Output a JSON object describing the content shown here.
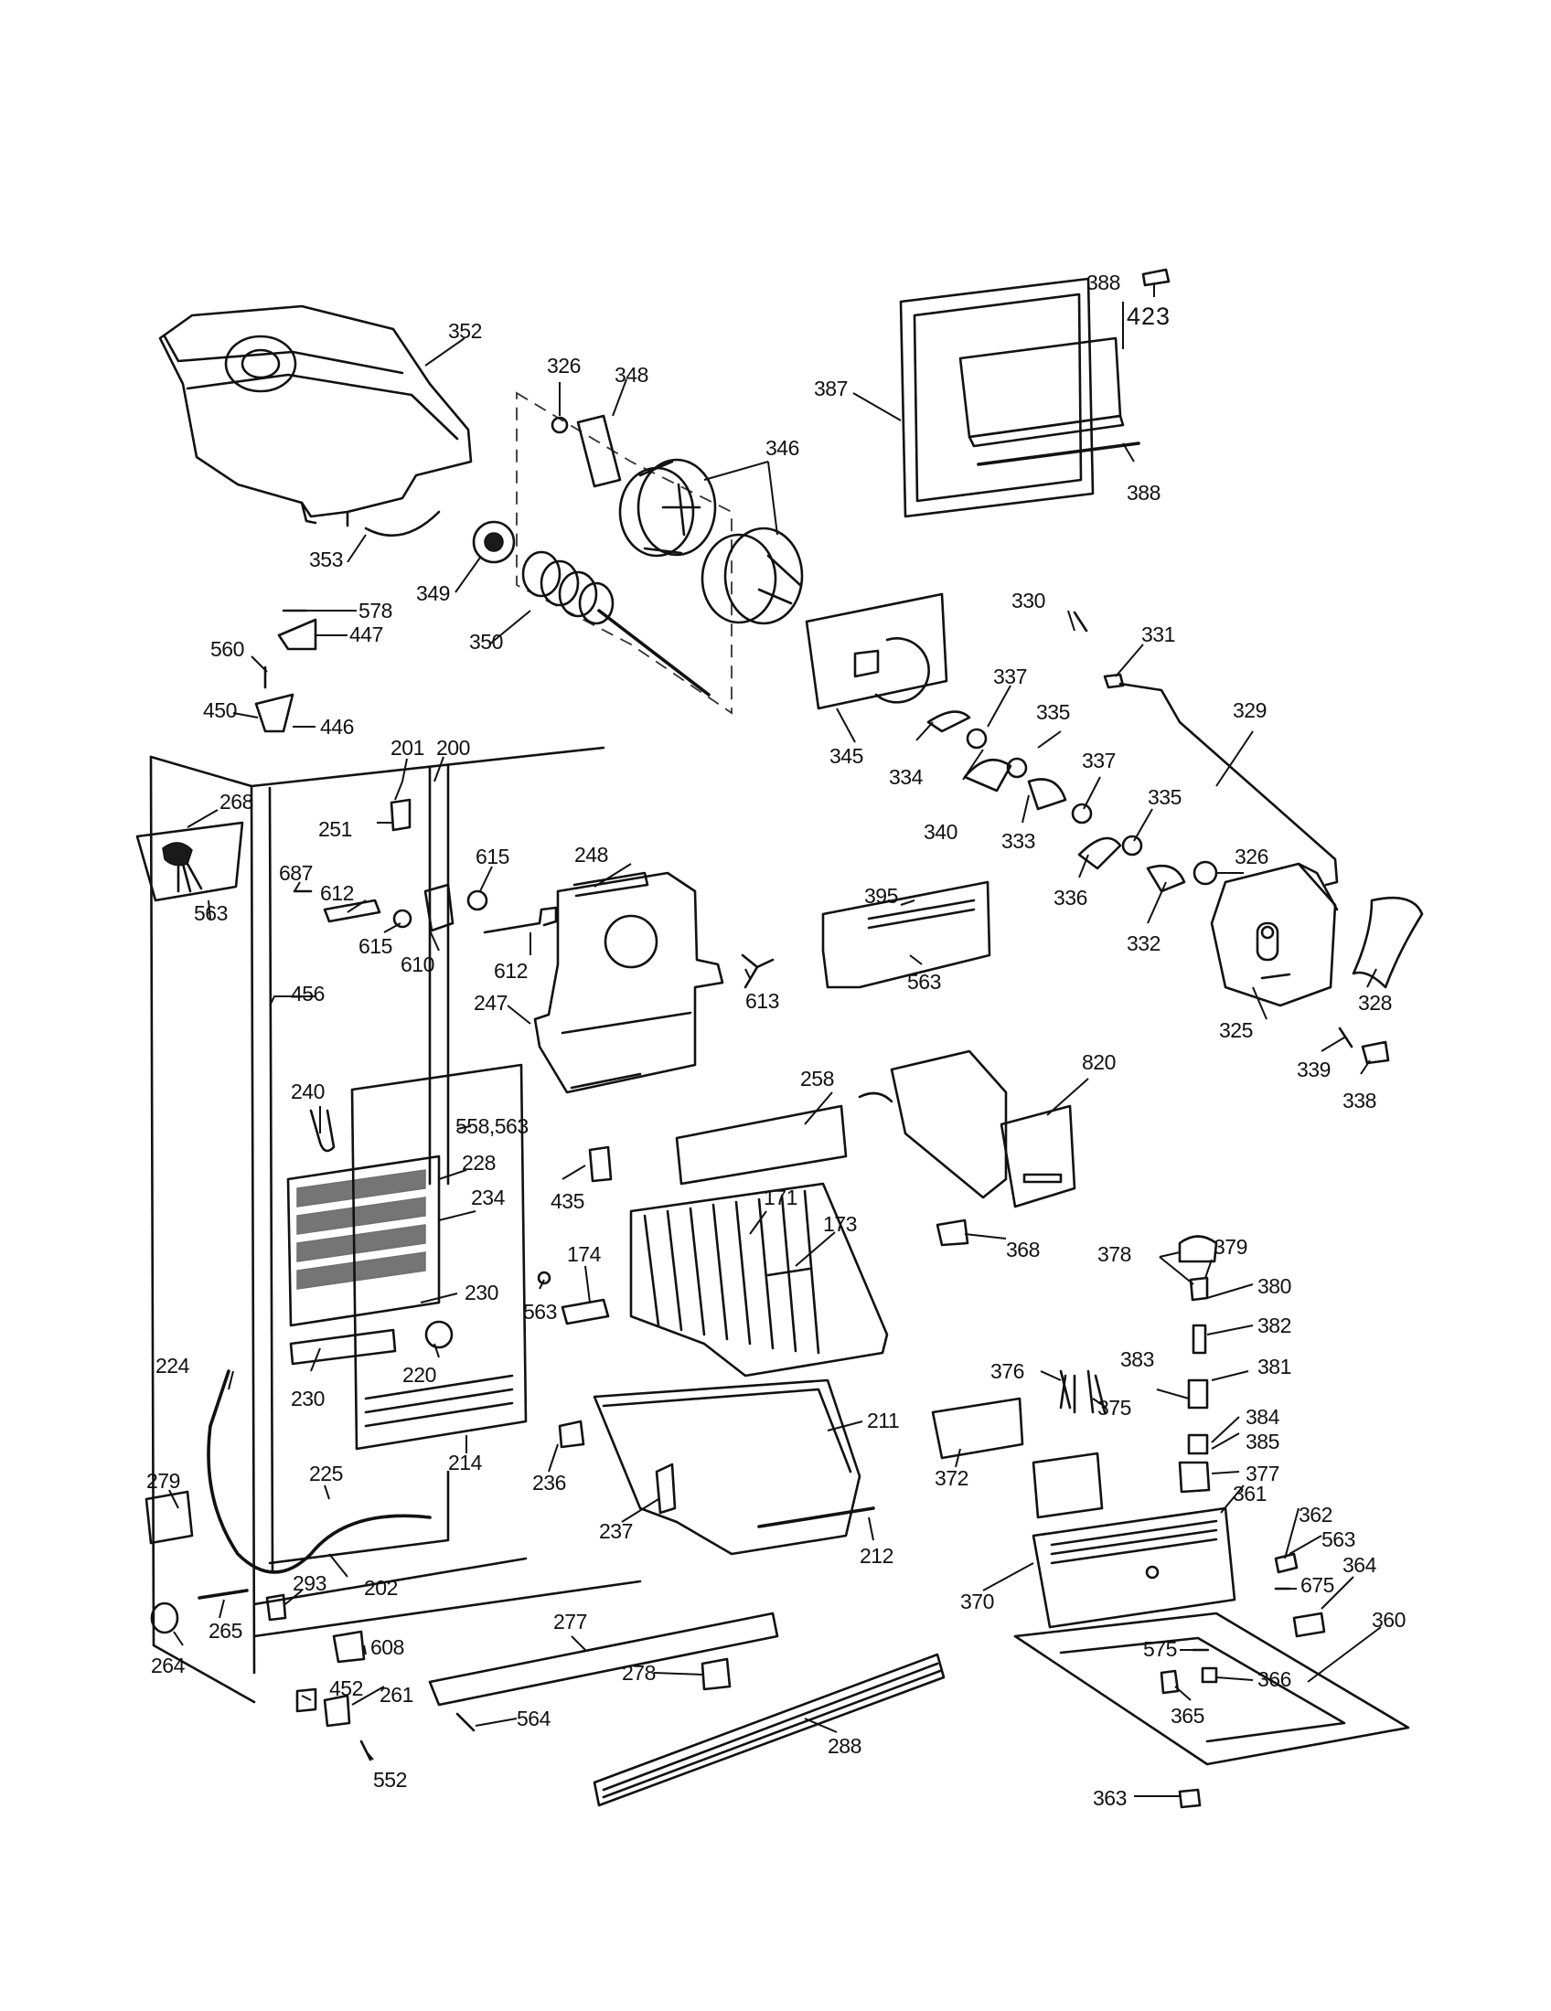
{
  "diagram": {
    "labels": {
      "p352": "352",
      "p326a": "326",
      "p348": "348",
      "p346": "346",
      "p387": "387",
      "p388a": "388",
      "p388b": "388",
      "p423": "423",
      "p353": "353",
      "p349": "349",
      "p350": "350",
      "p345": "345",
      "p330": "330",
      "p331": "331",
      "p329": "329",
      "p337a": "337",
      "p334": "334",
      "p335a": "335",
      "p340": "340",
      "p333": "333",
      "p337b": "337",
      "p335b": "335",
      "p336": "336",
      "p332": "332",
      "p326b": "326",
      "p325": "325",
      "p328": "328",
      "p339": "339",
      "p338": "338",
      "p578": "578",
      "p447": "447",
      "p560": "560",
      "p450": "450",
      "p446": "446",
      "p201": "201",
      "p200": "200",
      "p268": "268",
      "p251": "251",
      "p563a": "563",
      "p687": "687",
      "p612a": "612",
      "p615a": "615",
      "p615b": "615",
      "p610": "610",
      "p612b": "612",
      "p248": "248",
      "p395": "395",
      "p563b": "563",
      "p456": "456",
      "p247": "247",
      "p613": "613",
      "p820": "820",
      "p240": "240",
      "p55863": "558,563",
      "p258": "258",
      "p228": "228",
      "p234": "234",
      "p435": "435",
      "p171": "171",
      "p173": "173",
      "p368": "368",
      "p174": "174",
      "p230a": "230",
      "p563c": "563",
      "p220": "220",
      "p230b": "230",
      "p378": "378",
      "p379": "379",
      "p380": "380",
      "p382": "382",
      "p383": "383",
      "p381": "381",
      "p376": "376",
      "p375": "375",
      "p384": "384",
      "p385": "385",
      "p377": "377",
      "p224": "224",
      "p214": "214",
      "p211": "211",
      "p372": "372",
      "p279": "279",
      "p225": "225",
      "p236": "236",
      "p237": "237",
      "p212": "212",
      "p370": "370",
      "p361": "361",
      "p362": "362",
      "p563d": "563",
      "p202": "202",
      "p293": "293",
      "p675": "675",
      "p364": "364",
      "p264": "264",
      "p265": "265",
      "p277": "277",
      "p360": "360",
      "p608": "608",
      "p575": "575",
      "p366": "366",
      "p278": "278",
      "p452": "452",
      "p261": "261",
      "p564": "564",
      "p365": "365",
      "p552": "552",
      "p288": "288",
      "p363": "363"
    }
  }
}
